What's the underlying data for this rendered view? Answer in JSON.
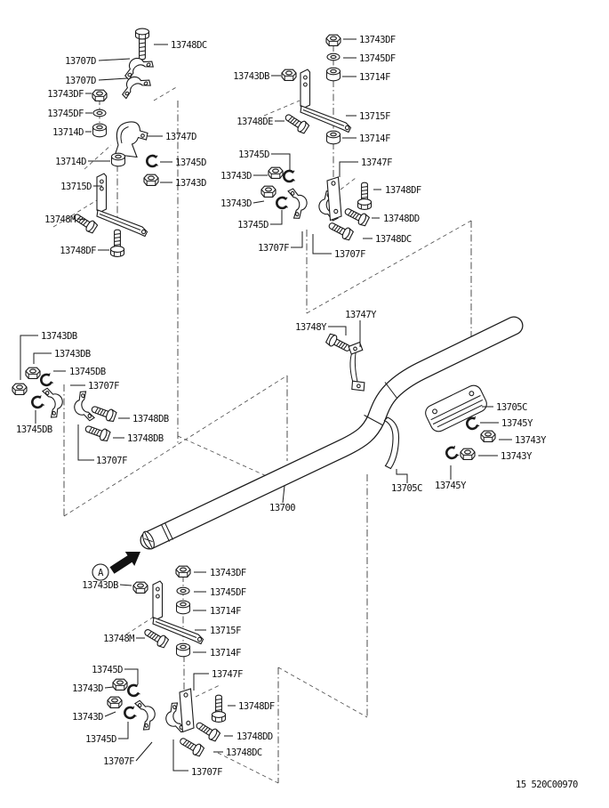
{
  "diagram": {
    "code": "15 520C00970",
    "view_marker": "A",
    "main_part": "13700"
  },
  "part_labels": {
    "top_left": [
      "13748DC",
      "13707D",
      "13707D",
      "13743DF",
      "13745DF",
      "13714D",
      "13747D",
      "13714D",
      "13745D",
      "13743D",
      "13715D",
      "13748M",
      "13748DF"
    ],
    "top_right": [
      "13743DF",
      "13745DF",
      "13714F",
      "13743DB",
      "13715F",
      "13748DE",
      "13714F",
      "13745D",
      "13747F",
      "13743D",
      "13748DF",
      "13743D",
      "13748DD",
      "13745D",
      "13748DC",
      "13707F",
      "13707F"
    ],
    "mid_left": [
      "13743DB",
      "13743DB",
      "13745DB",
      "13707F",
      "13748DB",
      "13745DB",
      "13748DB",
      "13707F"
    ],
    "pipe_area": [
      "13748Y",
      "13747Y",
      "13705C",
      "13745Y",
      "13743Y",
      "13743Y",
      "13705C",
      "13745Y",
      "13700"
    ],
    "bottom_left": [
      "13743DB",
      "13743DF",
      "13745DF",
      "13714F",
      "13715F",
      "13748M",
      "13714F"
    ],
    "bottom": [
      "13745D",
      "13747F",
      "13743D",
      "13748DF",
      "13743D",
      "13748DD",
      "13745D",
      "13748DC",
      "13707F",
      "13707F"
    ]
  }
}
